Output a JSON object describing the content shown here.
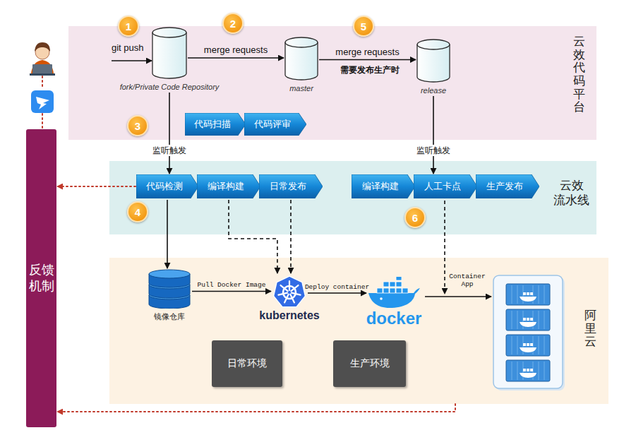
{
  "diagram": {
    "nodes": [
      {
        "text": [
          "云效代码平台"
        ]
      },
      {
        "text": [
          "fork/Private Code Repository"
        ],
        "in": 0
      },
      {
        "text": [
          "master"
        ],
        "in": 0
      },
      {
        "text": [
          "release"
        ],
        "in": 0
      },
      {
        "text": [
          "代码扫描"
        ],
        "in": 0
      },
      {
        "text": [
          "代码评审"
        ],
        "in": 0
      },
      {
        "text": [
          "云效 流水线"
        ]
      },
      {
        "text": [
          "代码检测"
        ],
        "in": 6
      },
      {
        "text": [
          "编译构建"
        ],
        "in": 6
      },
      {
        "text": [
          "日常发布"
        ],
        "in": 6
      },
      {
        "text": [
          "编译构建"
        ],
        "in": 6
      },
      {
        "text": [
          "人工卡点"
        ],
        "in": 6
      },
      {
        "text": [
          "生产发布"
        ],
        "in": 6
      },
      {
        "text": [
          "阿里云"
        ]
      },
      {
        "text": [
          "镜像仓库"
        ],
        "in": 13
      },
      {
        "text": [
          "kubernetes"
        ],
        "in": 13
      },
      {
        "text": [
          "docker"
        ],
        "in": 13
      },
      {
        "text": [
          "日常环境"
        ],
        "in": 13
      },
      {
        "text": [
          "生产环境"
        ],
        "in": 13
      },
      {
        "text": [
          "反馈机制"
        ]
      }
    ],
    "edges": [
      {
        "from": 1,
        "to": 2,
        "arrow": "to",
        "label": "merge requests"
      },
      {
        "from": 2,
        "to": 3,
        "arrow": "to",
        "label": "merge requests"
      },
      {
        "from": 1,
        "to": 7,
        "arrow": "to",
        "label": "监听触发"
      },
      {
        "from": 3,
        "to": 11,
        "arrow": "to",
        "label": "监听触发"
      },
      {
        "from": 7,
        "to": 14,
        "arrow": "to"
      },
      {
        "from": 8,
        "to": 15,
        "arrow": "to"
      },
      {
        "from": 9,
        "to": 15,
        "arrow": "to"
      },
      {
        "from": 14,
        "to": 15,
        "arrow": "to",
        "label": "Pull Docker Image"
      },
      {
        "from": 15,
        "to": 16,
        "arrow": "to",
        "label": "Deploy container"
      },
      {
        "from": 7,
        "to": 19,
        "arrow": "to"
      },
      {
        "from": 13,
        "to": 19,
        "arrow": "to"
      }
    ],
    "labels": [
      "1",
      "git push",
      "2",
      "5",
      "需要发布生产时",
      "3",
      "4",
      "6",
      "Container App"
    ]
  }
}
